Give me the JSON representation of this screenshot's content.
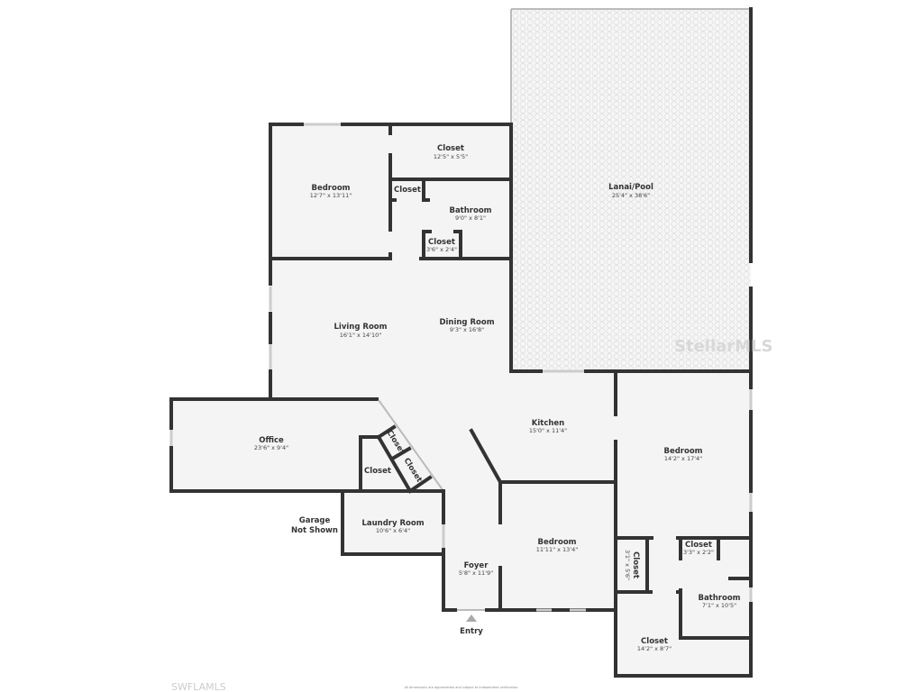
{
  "rooms": [
    {
      "name": "Lanai/Pool",
      "dim": "25'4\" x 38'6\""
    },
    {
      "name": "Bedroom",
      "dim": "12'7\" x 13'11\""
    },
    {
      "name": "Closet",
      "dim": "12'5\" x 5'5\""
    },
    {
      "name": "Closet",
      "dim": ""
    },
    {
      "name": "Bathroom",
      "dim": "9'0\" x 8'1\""
    },
    {
      "name": "Closet",
      "dim": "3'6\" x 2'4\""
    },
    {
      "name": "Living Room",
      "dim": "16'1\" x 14'10\""
    },
    {
      "name": "Dining Room",
      "dim": "9'3\" x 16'8\""
    },
    {
      "name": "Office",
      "dim": "23'6\" x 9'4\""
    },
    {
      "name": "Closet",
      "dim": ""
    },
    {
      "name": "Closet",
      "dim": ""
    },
    {
      "name": "Closet",
      "dim": ""
    },
    {
      "name": "Kitchen",
      "dim": "15'0\" x 11'4\""
    },
    {
      "name": "Bedroom",
      "dim": "14'2\" x 17'4\""
    },
    {
      "name": "Laundry Room",
      "dim": "10'6\" x 6'4\""
    },
    {
      "name": "Foyer",
      "dim": "5'8\" x 11'9\""
    },
    {
      "name": "Bedroom",
      "dim": "11'11\" x 13'4\""
    },
    {
      "name": "Closet",
      "dim": "3'1\" x 5'6\""
    },
    {
      "name": "Closet",
      "dim": "3'3\" x 2'2\""
    },
    {
      "name": "Bathroom",
      "dim": "7'1\" x 10'5\""
    },
    {
      "name": "Closet",
      "dim": "14'2\" x 8'7\""
    }
  ],
  "garage_note": [
    "Garage",
    "Not Shown"
  ],
  "entry_label": "Entry",
  "disclaimer": "All dimensions are approximate and subject to independent verification.",
  "watermark": "StellarMLS",
  "brand": "SWFLAMLS",
  "colors": {
    "wall": "#333333",
    "floor": "#f4f4f4",
    "lanai_pattern": "#dddddd"
  }
}
